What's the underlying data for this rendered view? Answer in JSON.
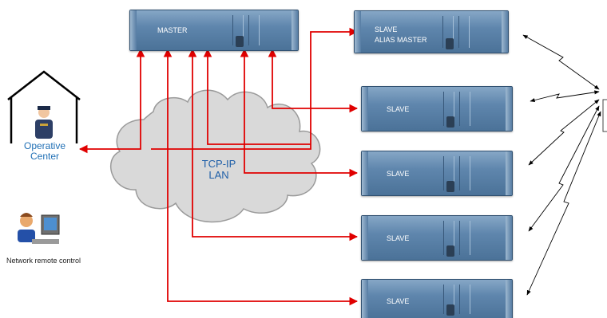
{
  "nodes": {
    "master": "MASTER",
    "slave_alias": [
      "SLAVE",
      "ALIAS MASTER"
    ],
    "slave": "SLAVE"
  },
  "operative_center": [
    "Operative",
    "Center"
  ],
  "network_label": [
    "TCP-IP",
    "LAN"
  ],
  "remote_control": "Network remote control",
  "colors": {
    "wire": "#e00000",
    "rack": "#5f86ad",
    "text_blue": "#1f6fb5"
  },
  "icons": [
    "house-icon",
    "operator-icon",
    "workstation-user-icon",
    "cloud-icon",
    "radio-link-icon"
  ]
}
